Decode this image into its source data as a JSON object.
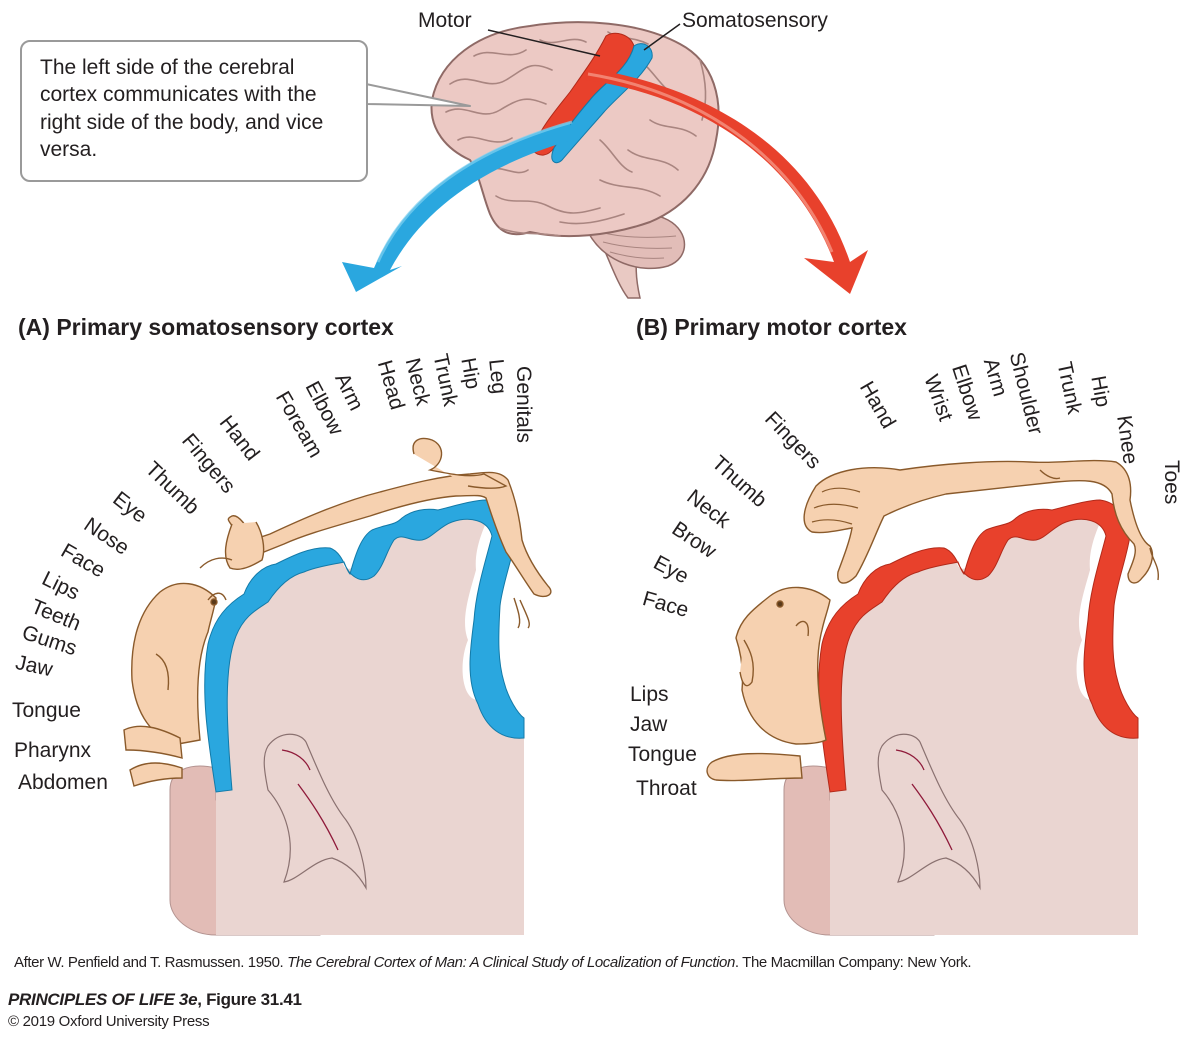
{
  "callout_text": "The left side of the cerebral cortex communicates with the right side of the body, and vice versa.",
  "brain_labels": {
    "motor": "Motor",
    "somatosensory": "Somatosensory"
  },
  "panel_a": {
    "title": "(A)  Primary somatosensory cortex",
    "labels": [
      "Genitals",
      "Leg",
      "Hip",
      "Trunk",
      "Neck",
      "Head",
      "Arm",
      "Elbow",
      "Foream",
      "Hand",
      "Fingers",
      "Thumb",
      "Eye",
      "Nose",
      "Face",
      "Lips",
      "Teeth",
      "Gums",
      "Jaw",
      "Tongue",
      "Pharynx",
      "Abdomen"
    ]
  },
  "panel_b": {
    "title": "(B)  Primary motor cortex",
    "labels": [
      "Toes",
      "Knee",
      "Hip",
      "Trunk",
      "Shoulder",
      "Arm",
      "Elbow",
      "Wrist",
      "Hand",
      "Fingers",
      "Thumb",
      "Neck",
      "Brow",
      "Eye",
      "Face",
      "Lips",
      "Jaw",
      "Tongue",
      "Throat"
    ]
  },
  "citation": {
    "prefix": "After W. Penfield and T. Rasmussen. 1950. ",
    "work": "The Cerebral Cortex of Man: A Clinical Study of Localization of Function",
    "suffix": ". The Macmillan Company: New York."
  },
  "credit": {
    "book": "PRINCIPLES OF LIFE 3e",
    "figure": ", Figure 31.41",
    "copyright": "© 2019 Oxford University Press"
  },
  "colors": {
    "sensory_blue": "#2aa7df",
    "motor_red": "#e8412c",
    "brain_pink": "#e9c9c3",
    "tissue": "#ead5d1",
    "skin": "#f6d1b0",
    "outline": "#8a5a2b"
  }
}
